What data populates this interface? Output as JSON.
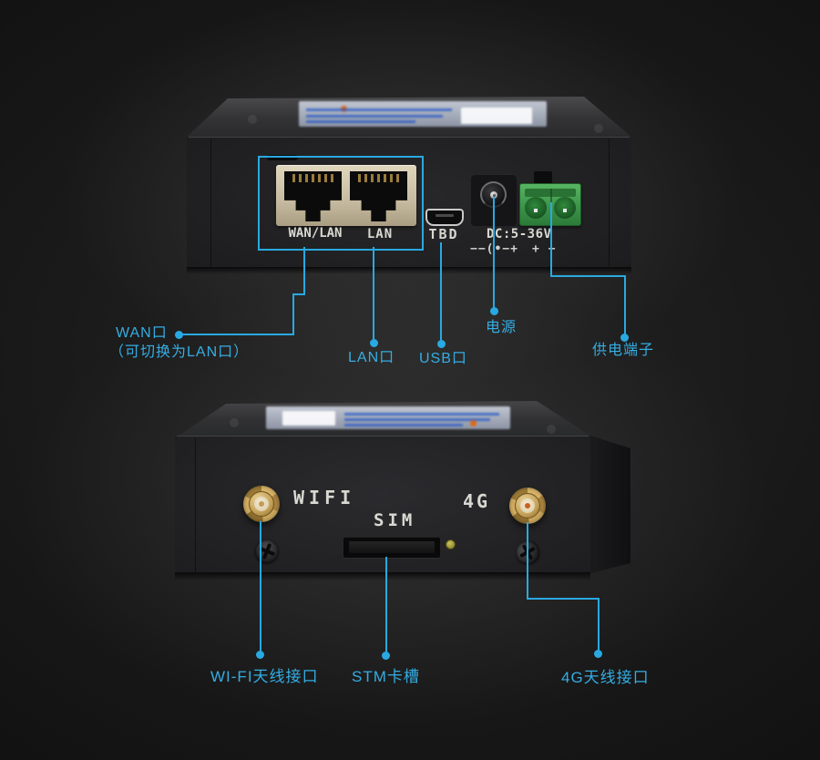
{
  "colors": {
    "accent_cyan": "#29a9e1",
    "label_cyan": "#35ade3",
    "panel_text": "#d9d9d2",
    "port_beige": "#d5cab1",
    "terminal_green": "#46a552",
    "antenna_gold": "#c8a258",
    "led_olive": "#a8a33e"
  },
  "front_view": {
    "markings": {
      "wan_lan": "WAN/LAN",
      "lan": "LAN",
      "usb": "TBD",
      "dc": "DC:5-36V",
      "dc_polarity": "−−(•−+",
      "terminal_polarity": "+  −"
    },
    "callouts": {
      "wan": {
        "label": "WAN口",
        "sublabel": "（可切换为LAN口）"
      },
      "lan": {
        "label": "LAN口"
      },
      "usb": {
        "label": "USB口"
      },
      "power": {
        "label": "电源"
      },
      "terminal": {
        "label": "供电端子"
      }
    }
  },
  "antenna_view": {
    "markings": {
      "wifi": "WIFI",
      "sim": "SIM",
      "fourg": "4G"
    },
    "callouts": {
      "wifi": {
        "label": "WI-FI天线接口"
      },
      "sim": {
        "label": "STM卡槽"
      },
      "fourg": {
        "label": "4G天线接口"
      }
    }
  }
}
